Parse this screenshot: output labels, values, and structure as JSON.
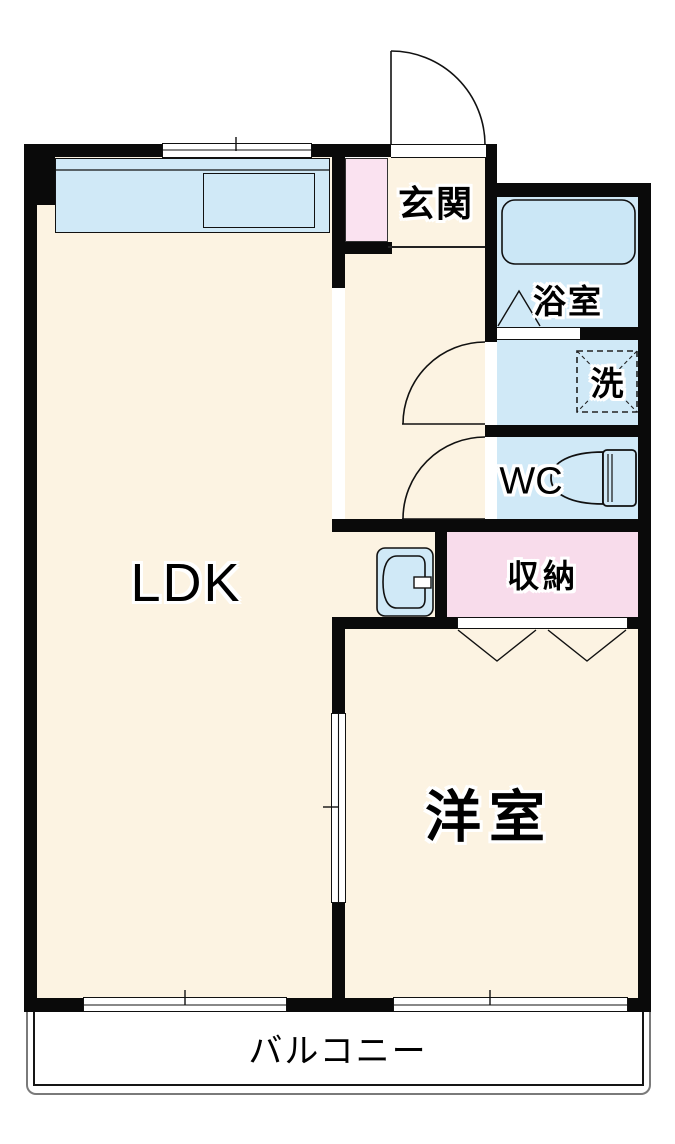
{
  "floorplan": {
    "rooms": {
      "ldk": "LDK",
      "western_room": "洋室",
      "entrance": "玄関",
      "bathroom": "浴室",
      "laundry": "洗",
      "toilet": "WC",
      "storage": "収納",
      "balcony": "バルコニー"
    },
    "colors": {
      "floor_cream": "#FCF3E2",
      "wet_area_blue": "#D0E9F7",
      "bathtub_blue": "#CBE7F6",
      "storage_pink": "#F8DCEB",
      "cabinet_pink": "#FAE2F0",
      "wall_black": "#0A0A0A",
      "outline_black": "#111111",
      "balcony_outline_gray": "#7A7A7A"
    }
  }
}
